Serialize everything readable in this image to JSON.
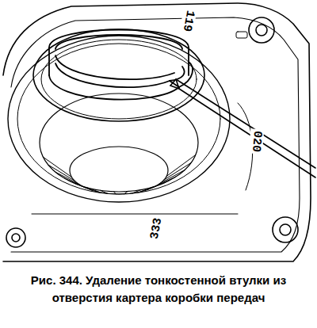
{
  "diagram": {
    "caption": "Рис. 344. Удаление тонкостенной втулки из отверстия картера коробки передач",
    "labels": [
      "119",
      "020",
      "333"
    ]
  }
}
